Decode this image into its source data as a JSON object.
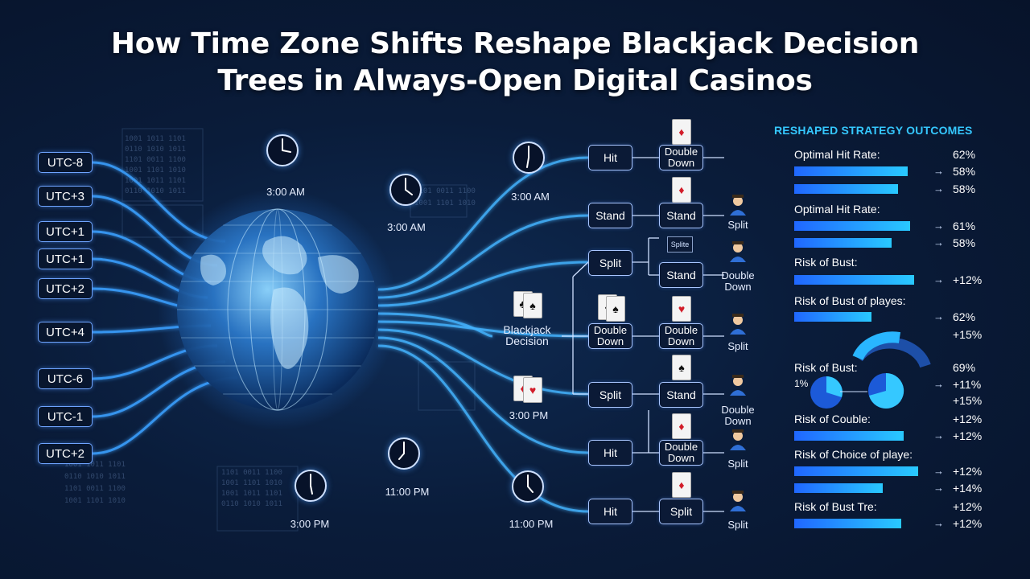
{
  "title": {
    "line1": "How Time Zone Shifts Reshape Blackjack Decision",
    "line2": "Trees in Always-Open Digital Casinos"
  },
  "timezones": [
    "UTC-8",
    "UTC+3",
    "UTC+1",
    "UTC+1",
    "UTC+2",
    "UTC+4",
    "UTC-6",
    "UTC-1",
    "UTC+2"
  ],
  "clocks": [
    "3:00 AM",
    "3:00 AM",
    "11:00 PM",
    "3:00 PM",
    "3:00 AM",
    "3:00 PM",
    "11:00 PM"
  ],
  "tree": {
    "decision_label": "Blackjack\nDecision",
    "nodes": {
      "hit_top": "Hit",
      "double_top": "Double\nDown",
      "stand_l": "Stand",
      "stand_r": "Stand",
      "split_l": "Split",
      "stand_r2": "Stand",
      "double_mid": "Double\nDown",
      "double_mid_r": "Double\nDown",
      "split_l2": "Split",
      "stand_r3": "Stand",
      "hit_l": "Hit",
      "double_r4": "Double\nDown",
      "hit_bottom": "Hit",
      "split_bottom": "Split"
    },
    "outcomes": {
      "split_1": "Split",
      "double_1": "Double\nDown",
      "split_2": "Split",
      "double_2": "Double\nDown",
      "split_3": "Split",
      "split_4": "Split"
    },
    "small_card_label": "Splite"
  },
  "panel": {
    "title": "RESHAPED STRATEGY OUTCOMES",
    "metrics": [
      {
        "label": "Optimal Hit Rate:",
        "header_value": "62%",
        "bars": [
          {
            "fill": 0.85,
            "value": "58%"
          },
          {
            "fill": 0.78,
            "value": "58%"
          }
        ]
      },
      {
        "label": "Optimal Hit Rate:",
        "header_value": "",
        "bars": [
          {
            "fill": 0.87,
            "value": "61%"
          },
          {
            "fill": 0.73,
            "value": "58%"
          }
        ]
      },
      {
        "label": "Risk of Bust:",
        "header_value": "",
        "bars": [
          {
            "fill": 0.9,
            "value": "+12%"
          }
        ]
      },
      {
        "label": "Risk of Bust of playes:",
        "header_value": "",
        "bars": [
          {
            "fill": 0.58,
            "value": "62%"
          }
        ],
        "extra_value": "+15%"
      },
      {
        "label": "Risk of Bust:",
        "header_value": "69%",
        "pie_label": "1%",
        "pie_values": [
          "+11%",
          "+15%"
        ]
      },
      {
        "label": "Risk of Couble:",
        "header_value": "+12%",
        "bars": [
          {
            "fill": 0.82,
            "value": "+12%"
          }
        ]
      },
      {
        "label": "Risk of Choice of playe:",
        "header_value": "",
        "bars": [
          {
            "fill": 0.93,
            "value": "+12%"
          },
          {
            "fill": 0.66,
            "value": "+14%"
          }
        ]
      },
      {
        "label": "Risk of Bust Tre:",
        "header_value": "+12%",
        "bars": [
          {
            "fill": 0.8,
            "value": "+12%"
          }
        ]
      }
    ]
  },
  "colors": {
    "accent": "#35c8ff",
    "bar_start": "#2067ff",
    "bar_end": "#29c9ff",
    "background": "#0a1c3a"
  }
}
